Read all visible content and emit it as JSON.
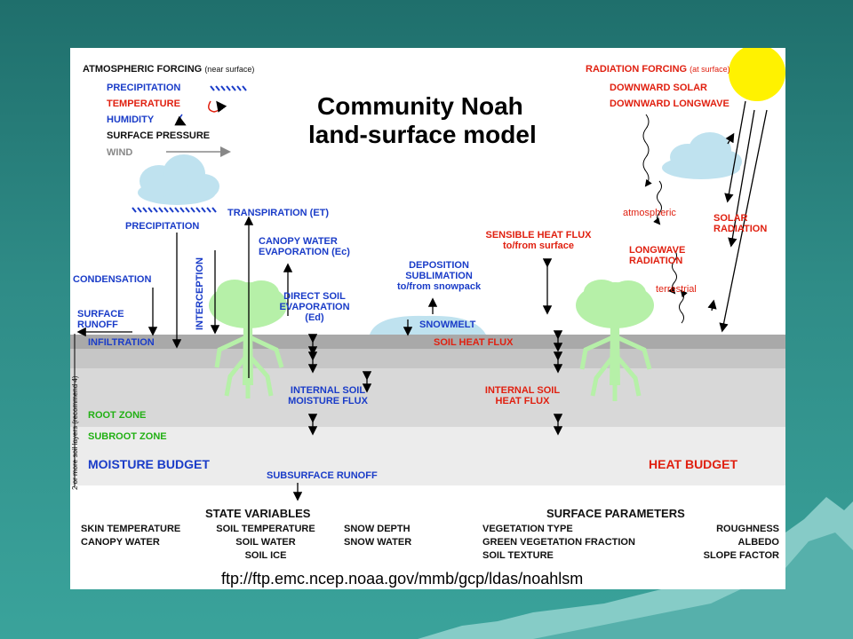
{
  "title": [
    "Community Noah",
    "land-surface model"
  ],
  "atmospheric_forcing": {
    "header": "ATMOSPHERIC FORCING",
    "header_note": "(near surface)",
    "items": [
      "PRECIPITATION",
      "TEMPERATURE",
      "HUMIDITY",
      "SURFACE PRESSURE",
      "WIND"
    ]
  },
  "radiation_forcing": {
    "header": "RADIATION FORCING",
    "header_note": "(at surface)",
    "items": [
      "DOWNWARD SOLAR",
      "DOWNWARD LONGWAVE"
    ]
  },
  "labels": {
    "precipitation": "PRECIPITATION",
    "transpiration": "TRANSPIRATION (ET)",
    "canopy_evap": [
      "CANOPY WATER",
      "EVAPORATION (Ec)"
    ],
    "condensation": "CONDENSATION",
    "interception": "INTERCEPTION",
    "direct_soil_evap": [
      "DIRECT SOIL",
      "EVAPORATION",
      "(Ed)"
    ],
    "surface_runoff": [
      "SURFACE",
      "RUNOFF"
    ],
    "infiltration": "INFILTRATION",
    "deposition": [
      "DEPOSITION",
      "SUBLIMATION",
      "to/from snowpack"
    ],
    "snowmelt": "SNOWMELT",
    "sensible_heat": [
      "SENSIBLE HEAT FLUX",
      "to/from surface"
    ],
    "soil_heat_flux": "SOIL HEAT FLUX",
    "atmospheric": "atmospheric",
    "longwave": [
      "LONGWAVE",
      "RADIATION"
    ],
    "terrestrial": "terrestrial",
    "solar": [
      "SOLAR",
      "RADIATION"
    ],
    "internal_moisture": [
      "INTERNAL SOIL",
      "MOISTURE FLUX"
    ],
    "internal_heat": [
      "INTERNAL SOIL",
      "HEAT FLUX"
    ],
    "root_zone": "ROOT ZONE",
    "subroot_zone": "SUBROOT ZONE",
    "moisture_budget": "MOISTURE BUDGET",
    "heat_budget": "HEAT BUDGET",
    "subsurface_runoff": "SUBSURFACE RUNOFF",
    "soil_layers_note": "2 or more soil layers (recommend 4)"
  },
  "state_variables": {
    "header": "STATE VARIABLES",
    "col1": [
      "SKIN TEMPERATURE",
      "CANOPY WATER"
    ],
    "col2": [
      "SOIL TEMPERATURE",
      "SOIL WATER",
      "SOIL ICE"
    ],
    "col3": [
      "SNOW DEPTH",
      "SNOW WATER"
    ]
  },
  "surface_parameters": {
    "header": "SURFACE PARAMETERS",
    "col1": [
      "VEGETATION TYPE",
      "GREEN VEGETATION FRACTION",
      "SOIL TEXTURE"
    ],
    "col2": [
      "ROUGHNESS",
      "ALBEDO",
      "SLOPE FACTOR"
    ]
  },
  "footer_url": "ftp://ftp.emc.ncep.noaa.gov/mmb/gcp/ldas/noahlsm",
  "colors": {
    "blue_text": "#1a3cc8",
    "red_text": "#e02010",
    "green_text": "#22b014",
    "tree": "#b6f0a8",
    "cloud": "#bfe2ef",
    "sun": "#fff200",
    "soil_dark": "#a9a9a9",
    "soil_mid": "#c6c6c6",
    "soil_light": "#dcdcdc",
    "soil_lightest": "#ececec",
    "slide_bg": "#1f6f6c"
  },
  "icons": [
    "rain-icon",
    "thermometer-icon",
    "humidity-icon",
    "wind-arrow-icon",
    "sun-icon",
    "cloud-icon",
    "tree-icon",
    "snowpack-icon"
  ]
}
